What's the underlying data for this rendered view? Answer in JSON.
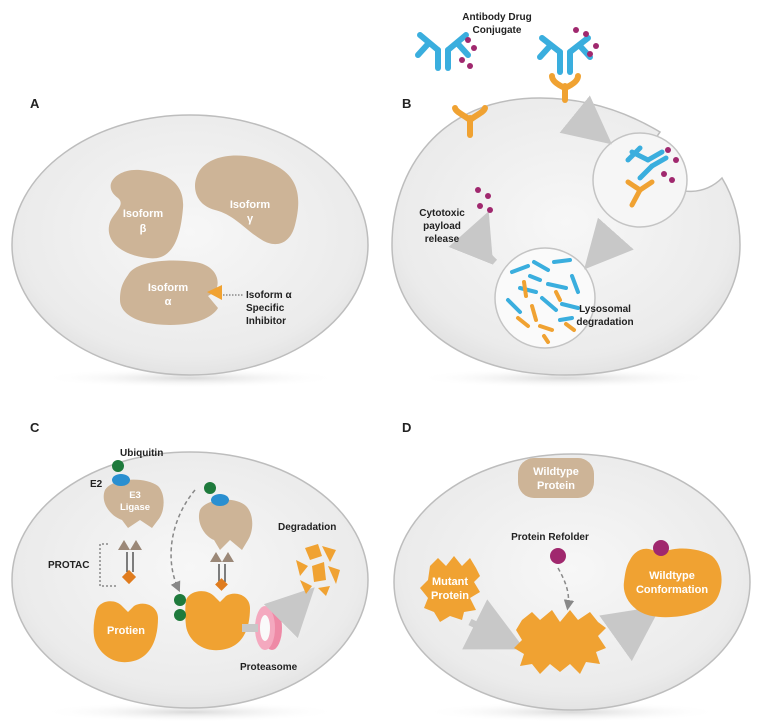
{
  "panels": {
    "a": {
      "letter": "A",
      "isoform_beta": [
        "Isoform",
        "β"
      ],
      "isoform_gamma": [
        "Isoform",
        "γ"
      ],
      "isoform_alpha": [
        "Isoform",
        "α"
      ],
      "inhibitor": [
        "Isoform α",
        "Specific",
        "Inhibitor"
      ]
    },
    "b": {
      "letter": "B",
      "adc": [
        "Antibody Drug",
        "Conjugate"
      ],
      "payload": [
        "Cytotoxic",
        "payload",
        "release"
      ],
      "lysosomal": [
        "Lysosomal",
        "degradation"
      ]
    },
    "c": {
      "letter": "C",
      "ubiquitin": "Ubiquitin",
      "e2": "E2",
      "e3": [
        "E3",
        "Ligase"
      ],
      "protac": "PROTAC",
      "protien": "Protien",
      "proteasome": "Proteasome",
      "degradation": "Degradation"
    },
    "d": {
      "letter": "D",
      "wildtype_protein": [
        "Wildtype",
        "Protein"
      ],
      "refolder": "Protein Refolder",
      "mutant": [
        "Mutant",
        "Protein"
      ],
      "wildtype_conf": [
        "Wildtype",
        "Conformation"
      ]
    }
  },
  "colors": {
    "cell_fill": "#ececec",
    "isoform_tan": "#cdb497",
    "orange": "#f0a232",
    "antibody_blue": "#3aaede",
    "payload_magenta": "#a0286e",
    "ubiquitin_green": "#1e7a3c",
    "e2_blue": "#2a8fd0",
    "proteasome_pink": "#ee8aa6",
    "arrow_gray": "#c8c8c8"
  }
}
